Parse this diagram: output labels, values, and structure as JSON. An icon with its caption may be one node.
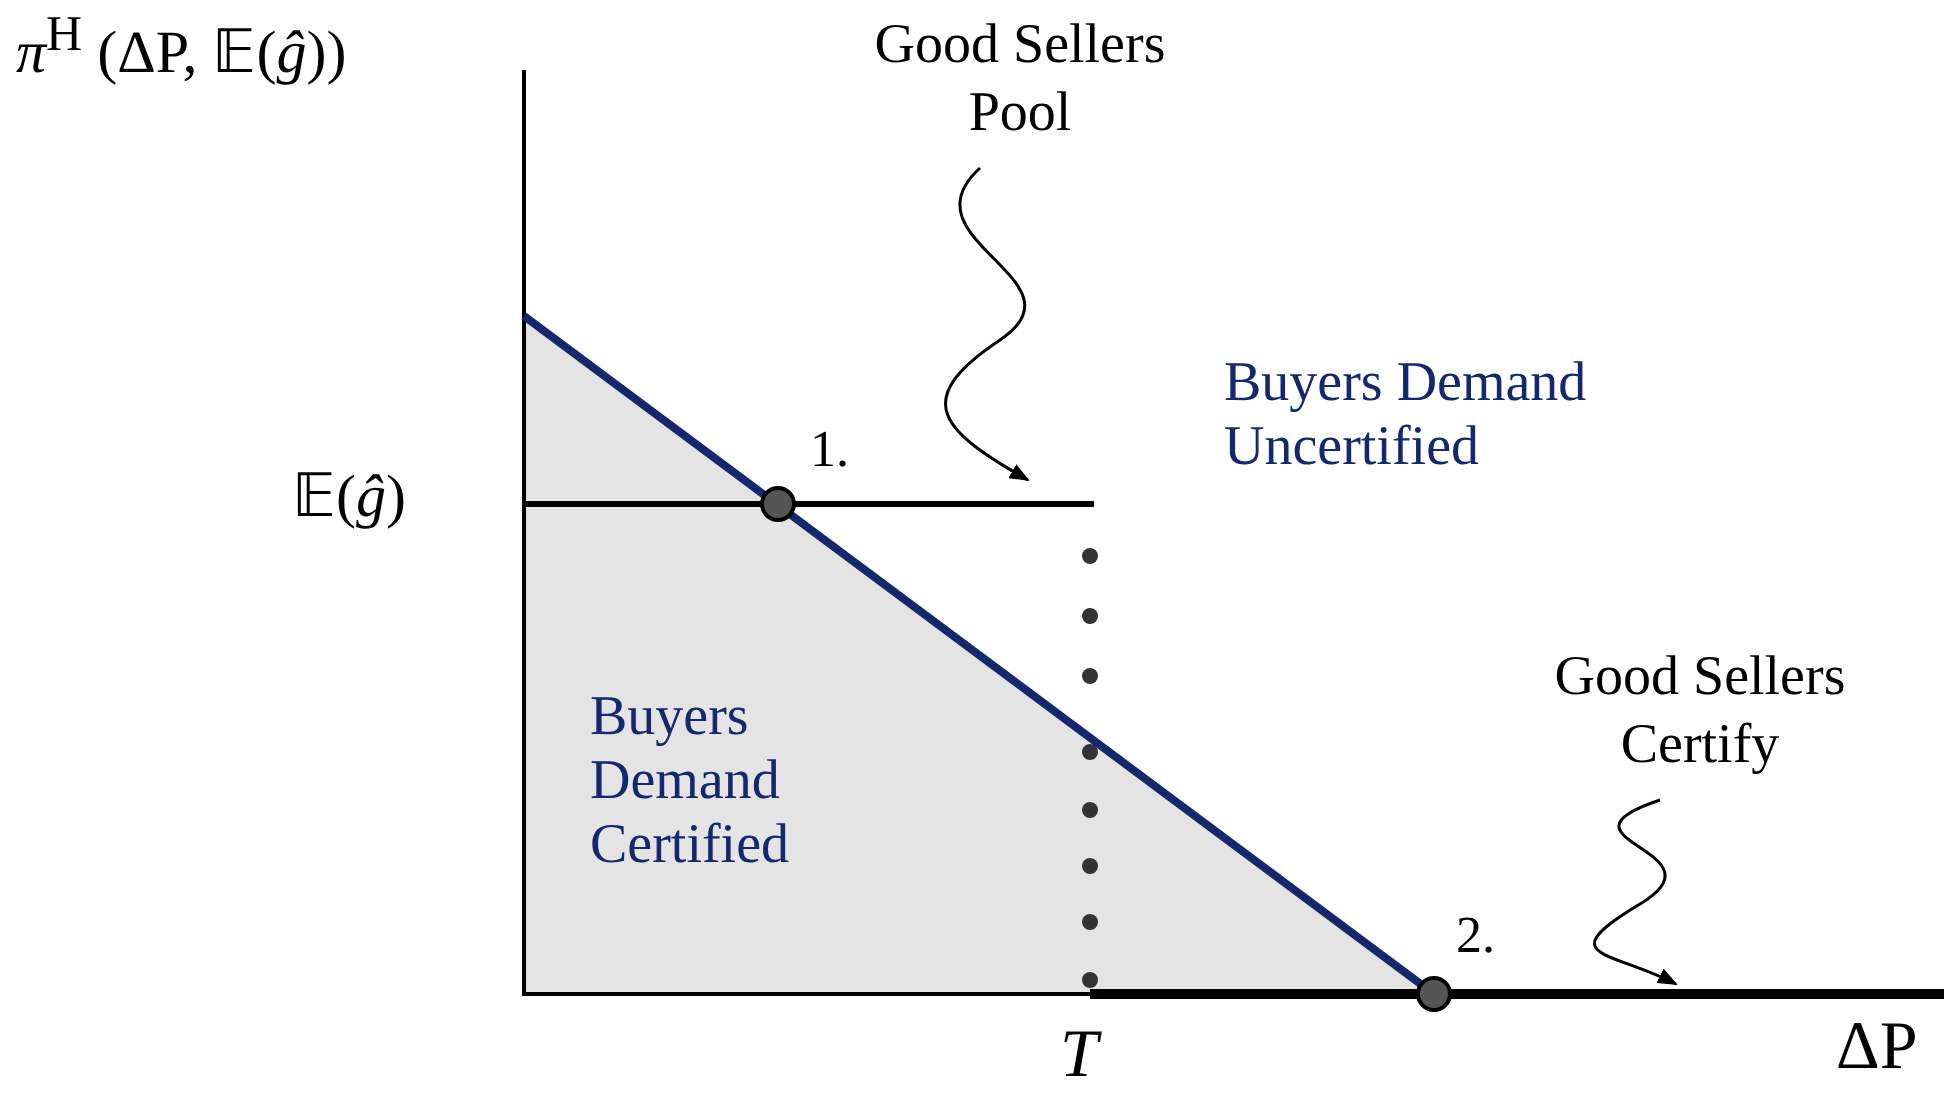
{
  "diagram": {
    "nodes": [
      {
        "text": [
          "Good Sellers Pool"
        ]
      },
      {
        "text": [
          "Good Sellers Certify"
        ]
      }
    ],
    "edges": [
      {
        "from": 0,
        "to": null,
        "arrow": "to"
      },
      {
        "from": 1,
        "to": null,
        "arrow": "to"
      }
    ],
    "labels": [
      "*π*$^{H}$ (ΔP, 𝔼(*ĝ*))",
      "𝔼(*ĝ*)",
      "1.",
      "Buyers Demand Uncertified",
      "Buyers Demand Certified",
      "2.",
      "T",
      "ΔP"
    ]
  }
}
